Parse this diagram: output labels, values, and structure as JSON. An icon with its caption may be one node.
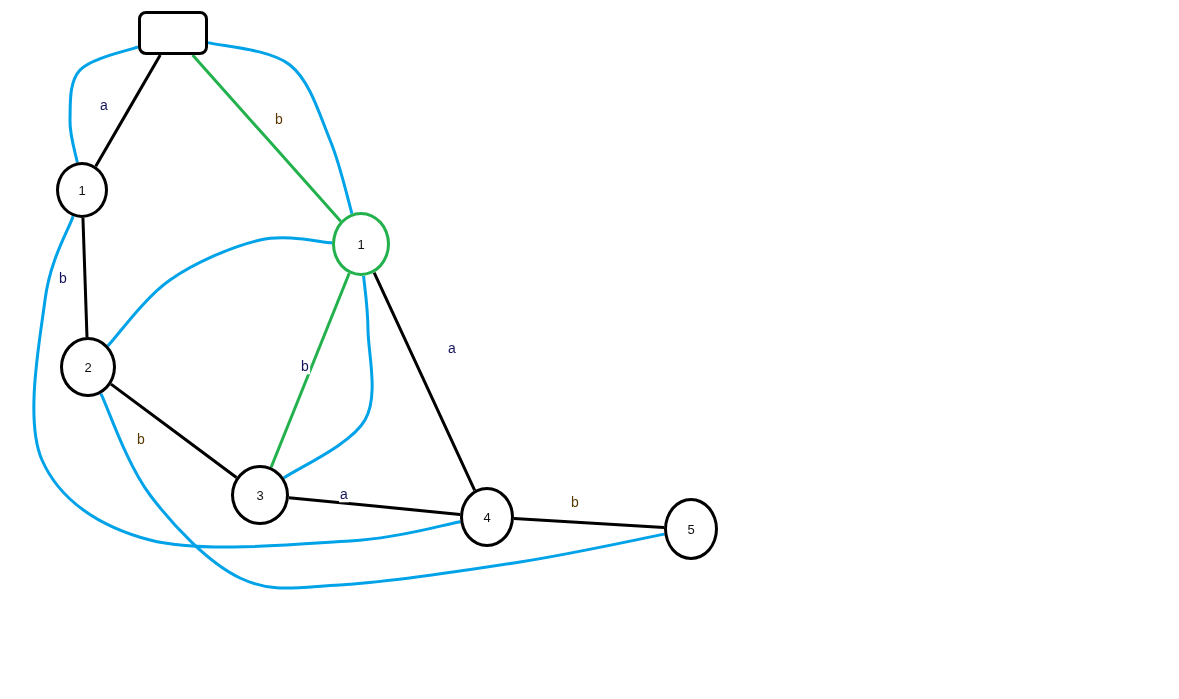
{
  "diagram": {
    "nodes": [
      {
        "text": [],
        "shape": "box"
      },
      {
        "text": [
          "1"
        ]
      },
      {
        "text": [
          "1"
        ]
      },
      {
        "text": [
          "2"
        ]
      },
      {
        "text": [
          "3"
        ]
      },
      {
        "text": [
          "4"
        ]
      },
      {
        "text": [
          "5"
        ]
      }
    ],
    "edges": [
      {
        "from": 0,
        "to": 1,
        "arrow": "none",
        "label": "a"
      },
      {
        "from": 1,
        "to": 3,
        "arrow": "none",
        "label": "b"
      },
      {
        "from": 3,
        "to": 4,
        "arrow": "none",
        "label": "b"
      },
      {
        "from": 4,
        "to": 5,
        "arrow": "none",
        "label": "a"
      },
      {
        "from": 2,
        "to": 5,
        "arrow": "none",
        "label": "a"
      },
      {
        "from": 5,
        "to": 6,
        "arrow": "none",
        "label": "b"
      },
      {
        "from": 0,
        "to": 2,
        "arrow": "none",
        "label": "b",
        "color": "#22b14c"
      },
      {
        "from": 2,
        "to": 4,
        "arrow": "none",
        "label": "b",
        "color": "#22b14c"
      },
      {
        "from": 0,
        "to": 1,
        "arrow": "none",
        "color": "#00a2e8"
      },
      {
        "from": 0,
        "to": 2,
        "arrow": "none",
        "color": "#00a2e8"
      },
      {
        "from": 2,
        "to": 3,
        "arrow": "none",
        "color": "#00a2e8"
      },
      {
        "from": 2,
        "to": 4,
        "arrow": "none",
        "color": "#00a2e8"
      },
      {
        "from": 1,
        "to": 5,
        "arrow": "none",
        "color": "#00a2e8"
      },
      {
        "from": 3,
        "to": 6,
        "arrow": "none",
        "color": "#00a2e8"
      }
    ]
  }
}
